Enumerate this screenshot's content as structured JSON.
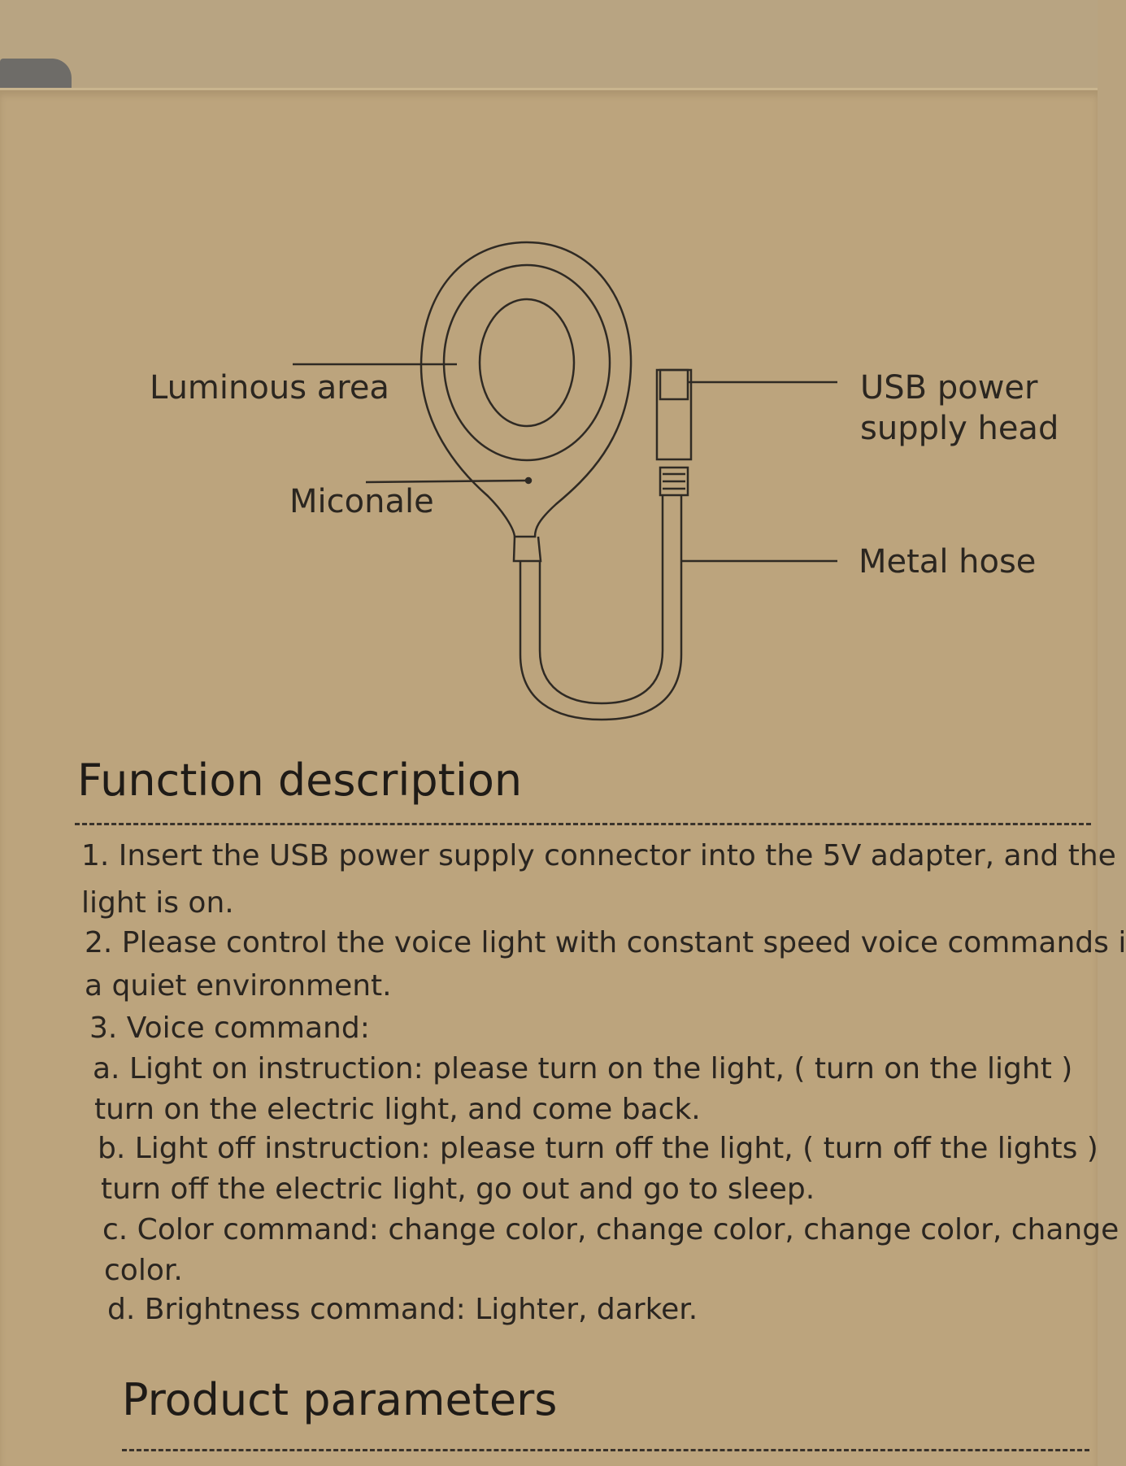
{
  "diagram": {
    "labels": {
      "luminous_area": "Luminous area",
      "microphone": "Miconale",
      "usb_head_line1": "USB power",
      "usb_head_line2": "supply head",
      "metal_hose": "Metal hose"
    }
  },
  "function_description": {
    "heading": "Function description",
    "lines": [
      "1. Insert the USB power supply connector into the 5V adapter, and the",
      "light is on.",
      "2. Please control the voice light with constant speed voice commands i",
      "a quiet environment.",
      "3. Voice command:",
      "a. Light on instruction: please turn on the light, ( turn on the light )",
      "turn on the electric light, and come back.",
      "b. Light off instruction: please turn off the light, ( turn off the lights )",
      "turn off the electric light, go out and go to sleep.",
      "c. Color command: change color, change color, change color, change",
      "color.",
      "d. Brightness command: Lighter, darker."
    ]
  },
  "product_parameters": {
    "heading": "Product parameters"
  }
}
